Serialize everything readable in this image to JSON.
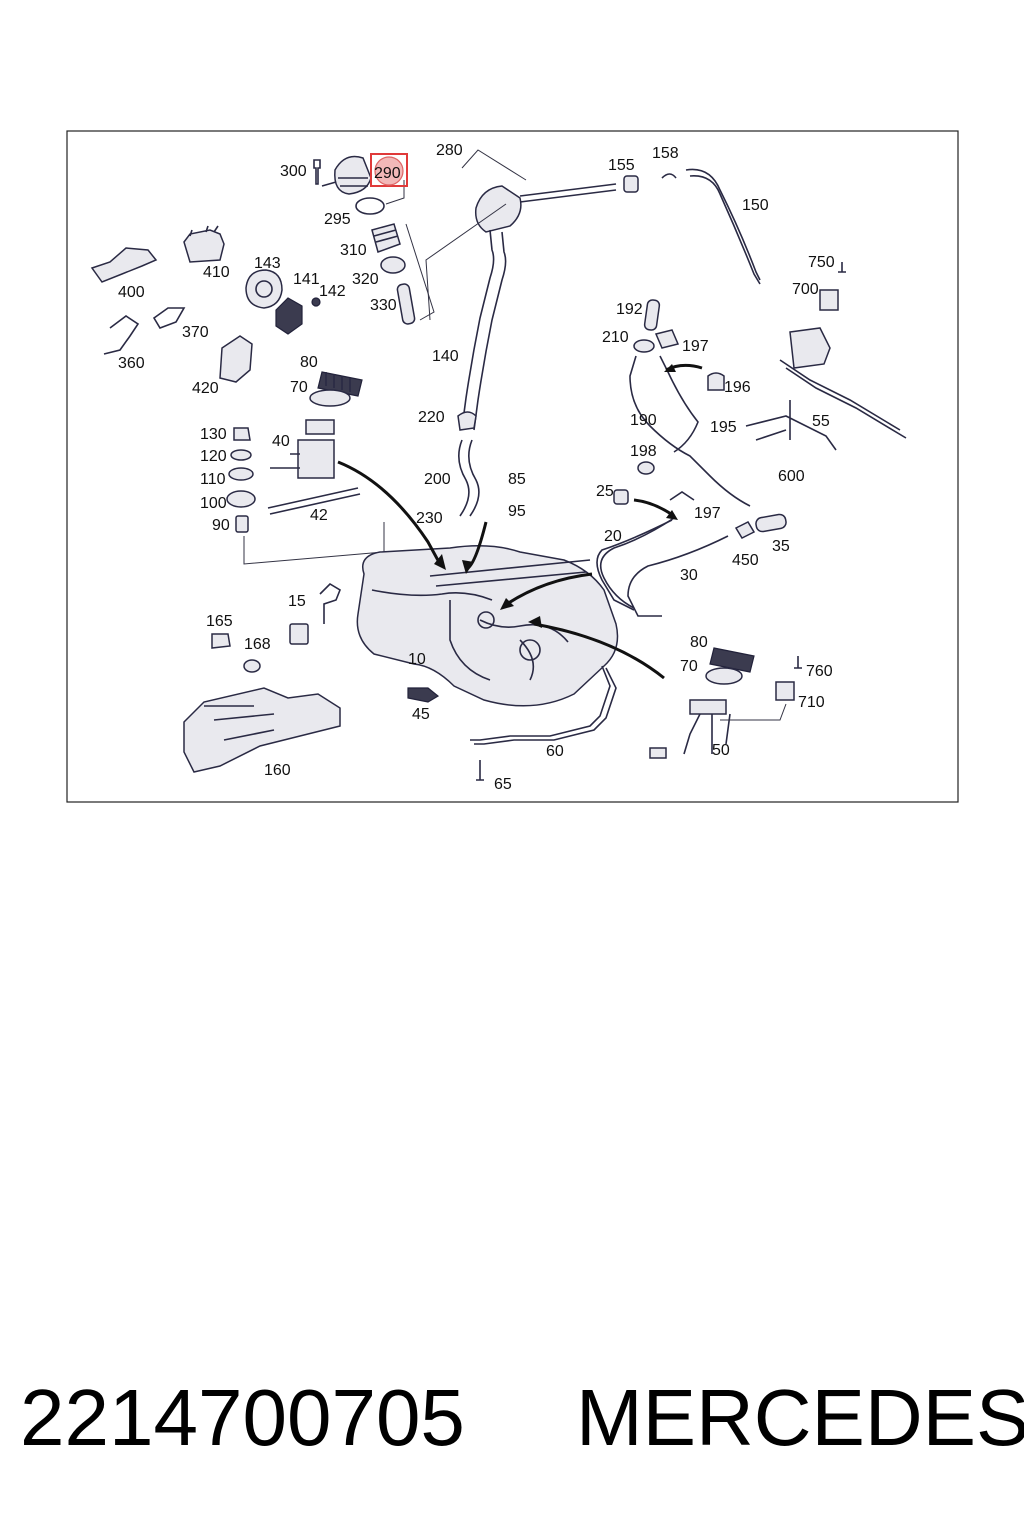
{
  "highlight": {
    "callout": "290",
    "color": "#e03a3a"
  },
  "callouts": {
    "c300": "300",
    "c290": "290",
    "c280": "280",
    "c295": "295",
    "c310": "310",
    "c320": "320",
    "c330": "330",
    "c155": "155",
    "c158": "158",
    "c150": "150",
    "c400": "400",
    "c410": "410",
    "c143": "143",
    "c141": "141",
    "c142": "142",
    "c360": "360",
    "c370": "370",
    "c420": "420",
    "c140": "140",
    "c750": "750",
    "c700": "700",
    "c192": "192",
    "c210": "210",
    "c197a": "197",
    "c196": "196",
    "c80a": "80",
    "c70a": "70",
    "c130": "130",
    "c120": "120",
    "c110": "110",
    "c100": "100",
    "c90": "90",
    "c40": "40",
    "c42": "42",
    "c220": "220",
    "c200": "200",
    "c85": "85",
    "c95": "95",
    "c230": "230",
    "c190": "190",
    "c195": "195",
    "c55": "55",
    "c600": "600",
    "c198": "198",
    "c25": "25",
    "c197b": "197",
    "c20": "20",
    "c450": "450",
    "c35": "35",
    "c30": "30",
    "c15": "15",
    "c165": "165",
    "c168": "168",
    "c10": "10",
    "c80b": "80",
    "c70b": "70",
    "c760": "760",
    "c710": "710",
    "c45": "45",
    "c50": "50",
    "c60": "60",
    "c160": "160",
    "c65": "65"
  },
  "caption": {
    "part_number": "2214700705",
    "brand": "MERCEDES"
  }
}
